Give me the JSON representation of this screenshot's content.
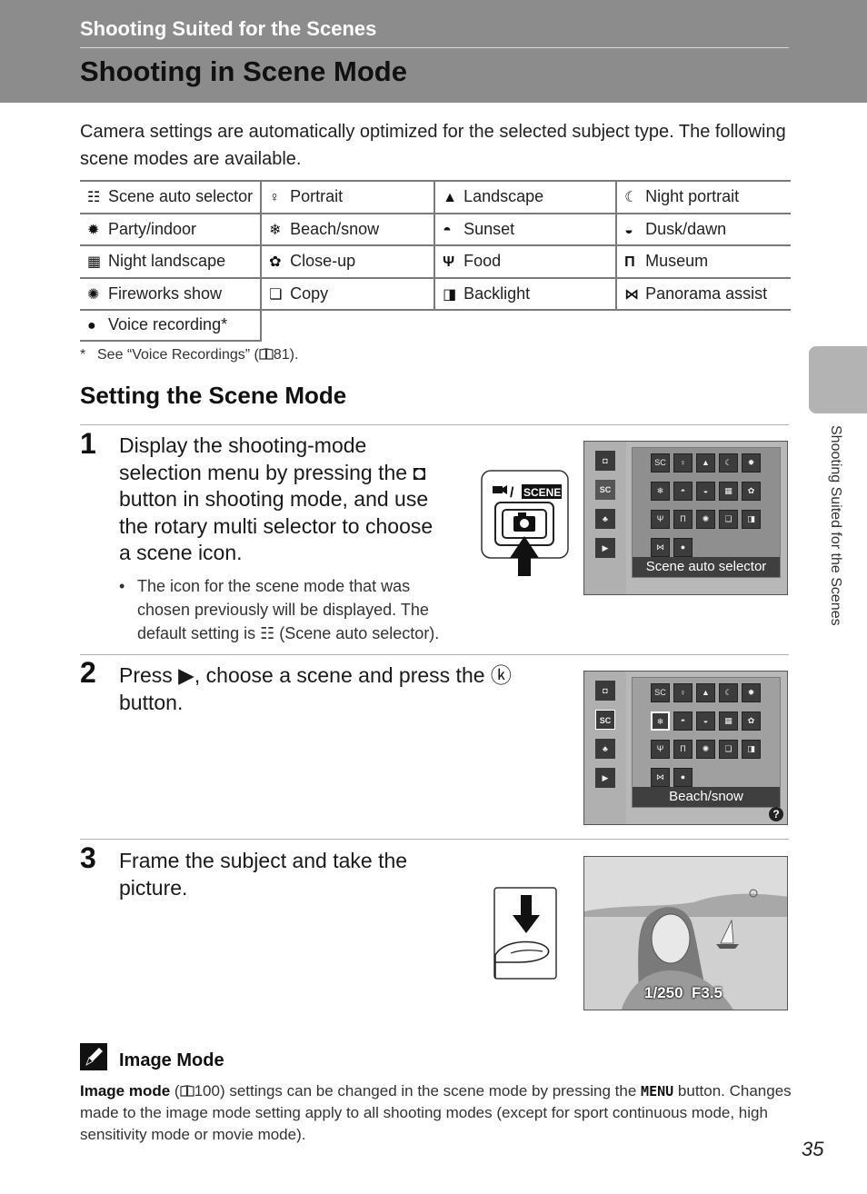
{
  "header": {
    "section_title": "Shooting Suited for the Scenes",
    "page_title": "Shooting in Scene Mode"
  },
  "intro": "Camera settings are automatically optimized for the selected subject type. The following scene modes are available.",
  "scene_table": [
    [
      {
        "icon": "scene-auto-icon",
        "glyph": "☷",
        "label": "Scene auto selector"
      },
      {
        "icon": "portrait-icon",
        "glyph": "♀",
        "label": "Portrait"
      },
      {
        "icon": "landscape-icon",
        "glyph": "▲",
        "label": "Landscape"
      },
      {
        "icon": "night-portrait-icon",
        "glyph": "☾",
        "label": "Night portrait"
      }
    ],
    [
      {
        "icon": "party-icon",
        "glyph": "✹",
        "label": "Party/indoor"
      },
      {
        "icon": "beach-snow-icon",
        "glyph": "❄",
        "label": "Beach/snow"
      },
      {
        "icon": "sunset-icon",
        "glyph": "◓",
        "label": "Sunset"
      },
      {
        "icon": "dusk-dawn-icon",
        "glyph": "◒",
        "label": "Dusk/dawn"
      }
    ],
    [
      {
        "icon": "night-landscape-icon",
        "glyph": "▦",
        "label": "Night landscape"
      },
      {
        "icon": "close-up-icon",
        "glyph": "✿",
        "label": "Close-up"
      },
      {
        "icon": "food-icon",
        "glyph": "Ψ",
        "label": "Food"
      },
      {
        "icon": "museum-icon",
        "glyph": "Π",
        "label": "Museum"
      }
    ],
    [
      {
        "icon": "fireworks-icon",
        "glyph": "✺",
        "label": "Fireworks show"
      },
      {
        "icon": "copy-icon",
        "glyph": "❏",
        "label": "Copy"
      },
      {
        "icon": "backlight-icon",
        "glyph": "◨",
        "label": "Backlight"
      },
      {
        "icon": "panorama-icon",
        "glyph": "⋈",
        "label": "Panorama assist"
      }
    ],
    [
      {
        "icon": "voice-recording-icon",
        "glyph": "●",
        "label": "Voice recording*"
      }
    ]
  ],
  "footnote": {
    "star": "*",
    "text": "See “Voice Recordings” (",
    "book_icon": "book-icon",
    "ref": "81)."
  },
  "subsection_title": "Setting the Scene Mode",
  "steps": [
    {
      "num": "1",
      "lines": [
        "Display the shooting-mode",
        "selection menu by pressing the ◘",
        "button in shooting mode, and use",
        "the rotary multi selector to choose",
        "a scene icon."
      ],
      "bullet_lines": [
        "The icon for the scene mode that was",
        "chosen previously will be displayed. The",
        "default setting is ☷ (Scene auto selector)."
      ],
      "button_label": "/ SCENE",
      "screen_caption": "Scene auto selector"
    },
    {
      "num": "2",
      "lines": [
        "Press ▶, choose a scene and press the ⓚ",
        "button."
      ],
      "screen_caption": "Beach/snow",
      "help_glyph": "?"
    },
    {
      "num": "3",
      "lines": [
        "Frame the subject and take the",
        "picture."
      ],
      "shutter": "1/250",
      "aperture": "F3.5"
    }
  ],
  "screen_icons": {
    "strip": [
      "◘",
      "SC",
      "♣",
      "▶"
    ],
    "grid": [
      "SC",
      "♀",
      "▲",
      "☾",
      "✹",
      "❄",
      "◓",
      "◒",
      "▦",
      "✿",
      "Ψ",
      "Π",
      "✺",
      "❏",
      "◨",
      "⋈",
      "●"
    ]
  },
  "side_tab": "Shooting Suited for the Scenes",
  "note": {
    "icon": "pencil-note-icon",
    "title": "Image Mode",
    "bold_lead": "Image mode",
    "text_1": " (",
    "ref": "100) settings can be changed in the scene mode by pressing the",
    "menu_label": "MENU",
    "text_2": "button. Changes made to the image mode setting apply to all shooting modes (except for sport continuous mode, high sensitivity mode or movie mode)."
  },
  "page_number": "35"
}
